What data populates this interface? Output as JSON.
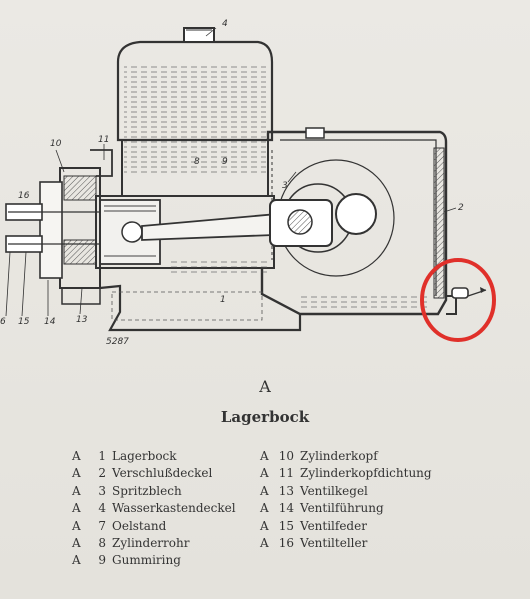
{
  "figure": {
    "plate_number": "5287",
    "part_labels": [
      "1",
      "2",
      "3",
      "4",
      "6",
      "8",
      "9",
      "10",
      "11",
      "13",
      "14",
      "15",
      "16"
    ]
  },
  "caption": {
    "letter": "A",
    "title": "Lagerbock"
  },
  "legend_left": [
    {
      "prefix": "A",
      "num": "1",
      "name": "Lagerbock"
    },
    {
      "prefix": "A",
      "num": "2",
      "name": "Verschlußdeckel"
    },
    {
      "prefix": "A",
      "num": "3",
      "name": "Spritzblech"
    },
    {
      "prefix": "A",
      "num": "4",
      "name": "Wasserkastendeckel"
    },
    {
      "prefix": "A",
      "num": "7",
      "name": "Oelstand"
    },
    {
      "prefix": "A",
      "num": "8",
      "name": "Zylinderrohr"
    },
    {
      "prefix": "A",
      "num": "9",
      "name": "Gummiring"
    }
  ],
  "legend_right": [
    {
      "prefix": "A",
      "num": "10",
      "name": "Zylinderkopf"
    },
    {
      "prefix": "A",
      "num": "11",
      "name": "Zylinderkopfdichtung"
    },
    {
      "prefix": "A",
      "num": "13",
      "name": "Ventilkegel"
    },
    {
      "prefix": "A",
      "num": "14",
      "name": "Ventilführung"
    },
    {
      "prefix": "A",
      "num": "15",
      "name": "Ventilfeder"
    },
    {
      "prefix": "A",
      "num": "16",
      "name": "Ventilteller"
    }
  ],
  "colors": {
    "paper": "#e8e6e1",
    "ink": "#2a2a2a",
    "highlight_circle": "#e0302a"
  }
}
